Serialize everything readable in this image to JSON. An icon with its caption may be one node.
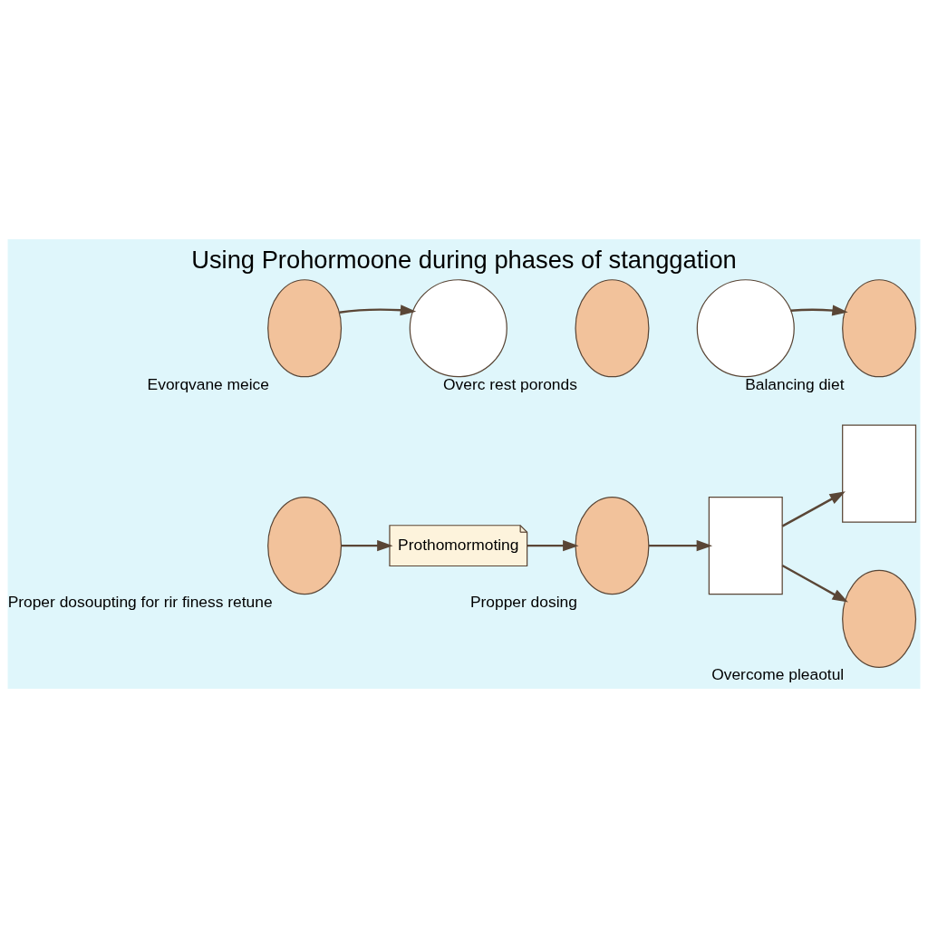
{
  "diagram": {
    "title": "Using Prohormoone during phases of stanggation",
    "nodes": [
      {
        "text": [],
        "shape": "person",
        "beside": [
          "Proper dosoupting for rir finess retune"
        ]
      },
      {
        "text": [
          "Prothomormoting"
        ]
      },
      {
        "text": [],
        "shape": "person",
        "beside": [
          "Propper dosing"
        ]
      },
      {
        "text": [],
        "shape": "box"
      },
      {
        "text": [],
        "shape": "box"
      },
      {
        "text": [],
        "shape": "person",
        "beside": [
          "Overcome pleaotul"
        ]
      },
      {
        "text": [],
        "shape": "person",
        "beside": [
          "Evorqvane meice"
        ]
      },
      {
        "text": [],
        "shape": "circle"
      },
      {
        "text": [],
        "shape": "person",
        "beside": [
          "Overc rest poronds"
        ]
      },
      {
        "text": [],
        "shape": "circle"
      },
      {
        "text": [],
        "shape": "person",
        "beside": [
          "Balancing diet"
        ]
      }
    ],
    "edges": [
      {
        "from": 0,
        "to": 1,
        "arrow": "to"
      },
      {
        "from": 1,
        "to": 2,
        "arrow": "to"
      },
      {
        "from": 2,
        "to": 3,
        "arrow": "to"
      },
      {
        "from": 3,
        "to": 5,
        "arrow": "to"
      },
      {
        "from": 3,
        "to": 4,
        "arrow": "to"
      },
      {
        "from": 6,
        "to": 7,
        "arrow": "to"
      },
      {
        "from": 9,
        "to": 10,
        "arrow": "to"
      }
    ]
  }
}
